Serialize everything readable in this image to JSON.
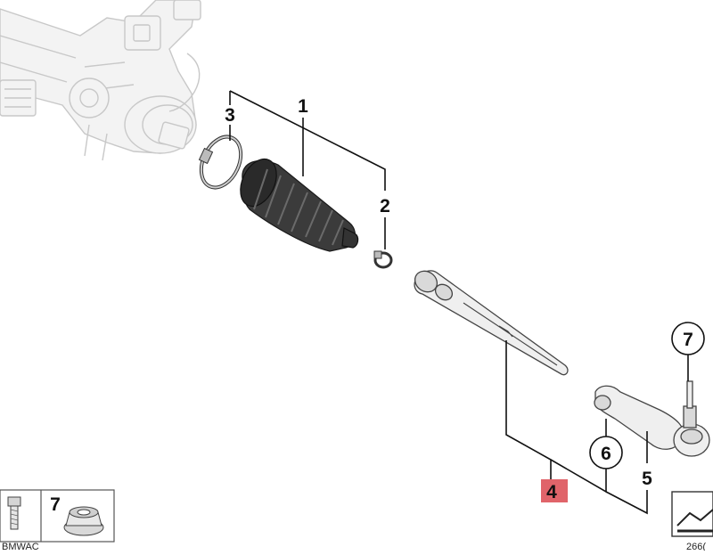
{
  "diagram": {
    "callouts": [
      {
        "id": "1",
        "label": "1",
        "highlight": false
      },
      {
        "id": "2",
        "label": "2",
        "highlight": false
      },
      {
        "id": "3",
        "label": "3",
        "highlight": false
      },
      {
        "id": "4",
        "label": "4",
        "highlight": true
      },
      {
        "id": "5",
        "label": "5",
        "highlight": false
      },
      {
        "id": "6",
        "label": "6",
        "highlight": false
      },
      {
        "id": "7",
        "label": "7",
        "highlight": false
      }
    ],
    "highlight_color": "#e0646a",
    "legend_box": {
      "label": "7"
    },
    "footer_left": "BMWAC",
    "footer_right": "266("
  }
}
